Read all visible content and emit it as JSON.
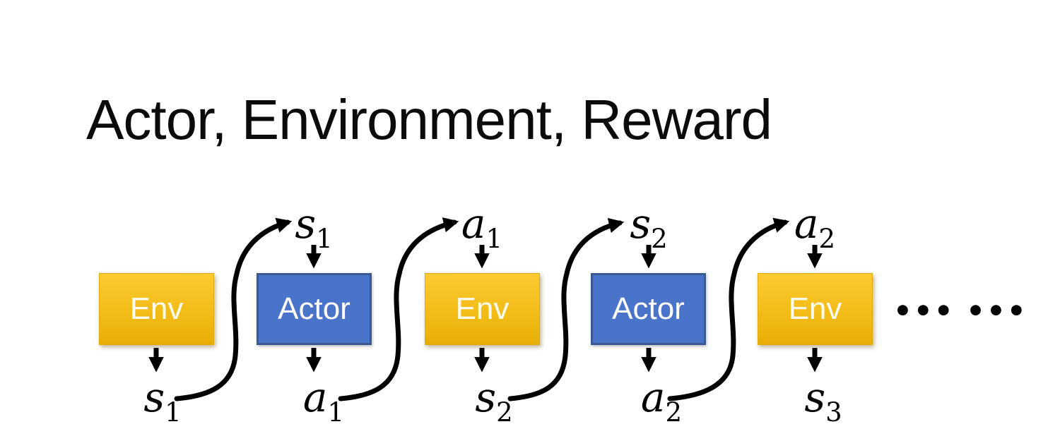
{
  "title": "Actor, Environment, Reward",
  "diagram": {
    "boxes": [
      {
        "label": "Env",
        "type": "environment",
        "top_label": null,
        "bottom_label": {
          "base": "s",
          "sub": "1"
        }
      },
      {
        "label": "Actor",
        "type": "actor",
        "top_label": {
          "base": "s",
          "sub": "1"
        },
        "bottom_label": {
          "base": "a",
          "sub": "1"
        }
      },
      {
        "label": "Env",
        "type": "environment",
        "top_label": {
          "base": "a",
          "sub": "1"
        },
        "bottom_label": {
          "base": "s",
          "sub": "2"
        }
      },
      {
        "label": "Actor",
        "type": "actor",
        "top_label": {
          "base": "s",
          "sub": "2"
        },
        "bottom_label": {
          "base": "a",
          "sub": "2"
        }
      },
      {
        "label": "Env",
        "type": "environment",
        "top_label": {
          "base": "a",
          "sub": "2"
        },
        "bottom_label": {
          "base": "s",
          "sub": "3"
        }
      }
    ],
    "ellipsis": "••• •••",
    "colors": {
      "env_top": "#FCCA33",
      "env_bottom": "#E8AE06",
      "env_text": "#FFFCEE",
      "actor_fill": "#4A74C9",
      "actor_border": "#3A5A92",
      "actor_text": "#FFFFFF",
      "arrow": "#000000",
      "title_text": "#0B0B0B",
      "background": "#FFFFFF"
    }
  }
}
